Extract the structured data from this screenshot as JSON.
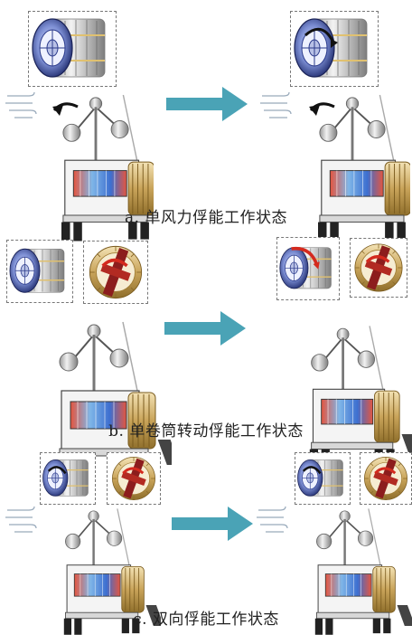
{
  "captions": {
    "a": "a. 单风力俘能工作状态",
    "b": "b. 单卷筒转动俘能工作状态",
    "c": "c. 双向俘能工作状态"
  },
  "colors": {
    "arrow": "#4aa3b6",
    "drum_blue": "#2b3a8a",
    "drum_gold": "#c8a55c",
    "motion_red": "#d42a1e",
    "motion_black": "#111111"
  },
  "icons": [
    "wind-lines-icon",
    "drum-icon",
    "rotor-icon",
    "rotation-arrow-icon",
    "flow-arrow-icon"
  ]
}
